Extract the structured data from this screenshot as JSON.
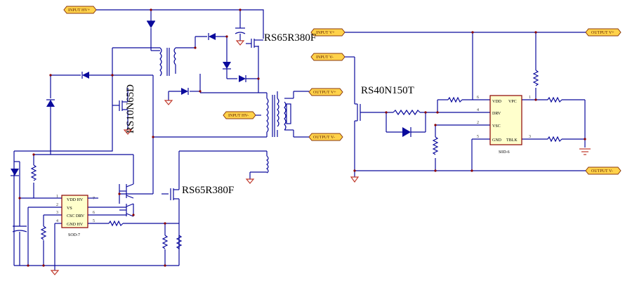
{
  "ports": {
    "input_hv_top": "INPUT HV+",
    "input_hv_mid": "INPUT HV-",
    "output_v_plus_left": "OUTPUT V+",
    "output_v_minus_left": "OUTPUT V-",
    "input_v_plus": "INPUT V+",
    "input_v_minus": "INPUT V-",
    "output_v_plus_right": "OUTPUT V+",
    "output_v_minus_right": "OUTPUT V-"
  },
  "parts": {
    "mosfet_top": "RS65R380F",
    "mosfet_bottom": "RS65R380F",
    "mosfet_aux": "RS10N65D",
    "mosfet_sr": "RS40N150T"
  },
  "ic_left": {
    "package": "SOD-7",
    "rows": [
      "VDD HV",
      "VS",
      "CSC DRV",
      "GND HV"
    ],
    "left_pins": [
      "1",
      "2",
      "3",
      "4"
    ],
    "right_pins": [
      "7",
      "6",
      "5"
    ]
  },
  "ic_right": {
    "package": "S0D-6",
    "left_labels": [
      "VDD",
      "DRV",
      "VSC",
      "GND"
    ],
    "right_labels": [
      "VPC",
      "TBLK"
    ],
    "left_pins": [
      "6",
      "4",
      "2",
      "5"
    ],
    "right_pins": [
      "1",
      "3"
    ]
  }
}
